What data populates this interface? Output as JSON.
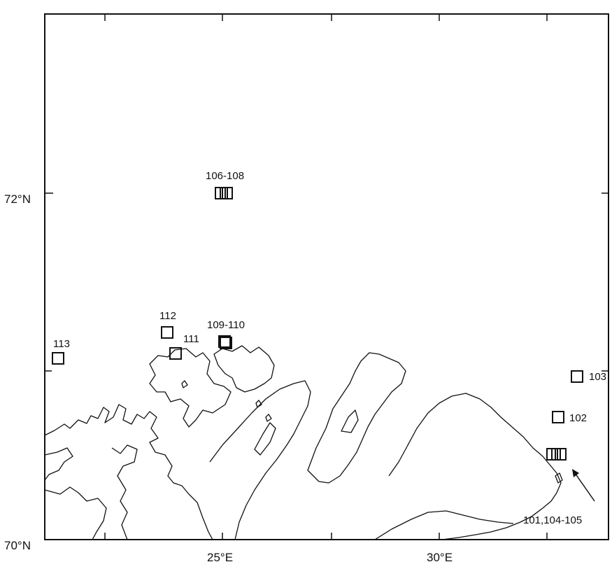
{
  "axes": {
    "lat_labels": [
      "72°N",
      "70°N"
    ],
    "lon_labels": [
      "25°E",
      "30°E"
    ]
  },
  "stations": {
    "s106_108": "106-108",
    "s109_110": "109-110",
    "s112": "112",
    "s111": "111",
    "s113": "113",
    "s103": "103",
    "s102": "102",
    "s101_104_105": "101,104-105"
  },
  "colors": {
    "ink": "#111111",
    "background": "#ffffff"
  }
}
